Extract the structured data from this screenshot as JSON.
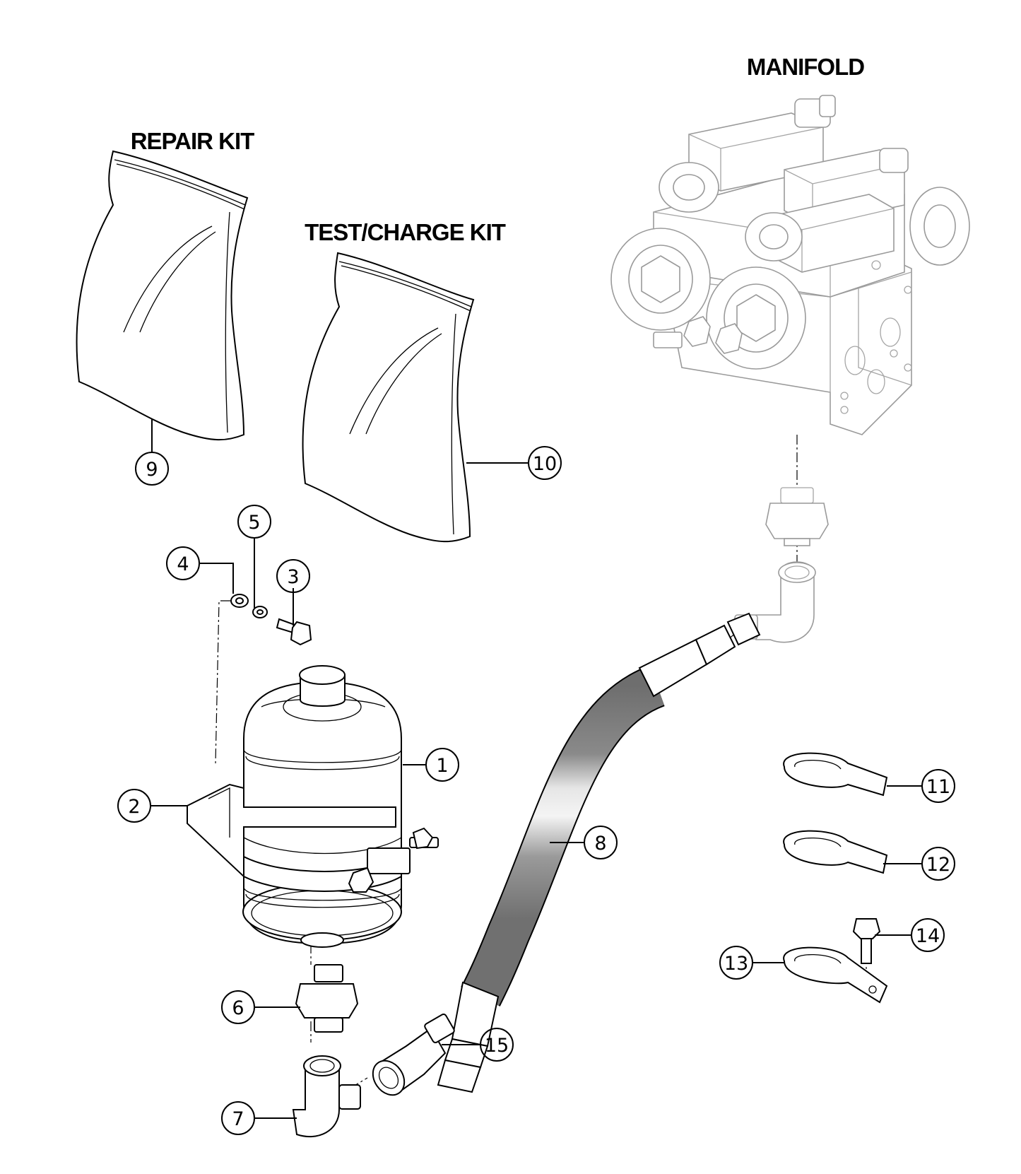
{
  "labels": {
    "manifold": "MANIFOLD",
    "repair_kit": "REPAIR KIT",
    "test_charge_kit": "TEST/CHARGE KIT"
  },
  "callouts": [
    "1",
    "2",
    "3",
    "4",
    "5",
    "6",
    "7",
    "8",
    "9",
    "10",
    "11",
    "12",
    "13",
    "14",
    "15"
  ],
  "colors": {
    "line": "#000000",
    "manifold_grey": "#9a9a9a",
    "hose_dark": "#6e6e6e"
  }
}
